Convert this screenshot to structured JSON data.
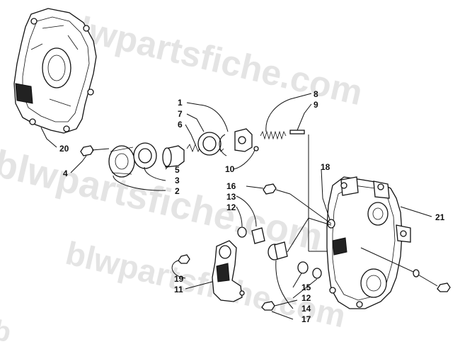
{
  "watermark": {
    "text_1": "blwpartsfiche.com",
    "text_2": "blwpartsfiche.com",
    "text_3": "blwpartsfiche.com",
    "text_4": "b"
  },
  "callouts": [
    {
      "id": "c1",
      "label": "1"
    },
    {
      "id": "c7",
      "label": "7"
    },
    {
      "id": "c6",
      "label": "6"
    },
    {
      "id": "c8",
      "label": "8"
    },
    {
      "id": "c9",
      "label": "9"
    },
    {
      "id": "c20",
      "label": "20"
    },
    {
      "id": "c4",
      "label": "4"
    },
    {
      "id": "c5",
      "label": "5"
    },
    {
      "id": "c3",
      "label": "3"
    },
    {
      "id": "c2",
      "label": "2"
    },
    {
      "id": "c10",
      "label": "10"
    },
    {
      "id": "c18",
      "label": "18"
    },
    {
      "id": "c16",
      "label": "16"
    },
    {
      "id": "c13",
      "label": "13"
    },
    {
      "id": "c12a",
      "label": "12"
    },
    {
      "id": "c21",
      "label": "21"
    },
    {
      "id": "c19",
      "label": "19"
    },
    {
      "id": "c11",
      "label": "11"
    },
    {
      "id": "c15",
      "label": "15"
    },
    {
      "id": "c12b",
      "label": "12"
    },
    {
      "id": "c14",
      "label": "14"
    },
    {
      "id": "c17",
      "label": "17"
    }
  ]
}
